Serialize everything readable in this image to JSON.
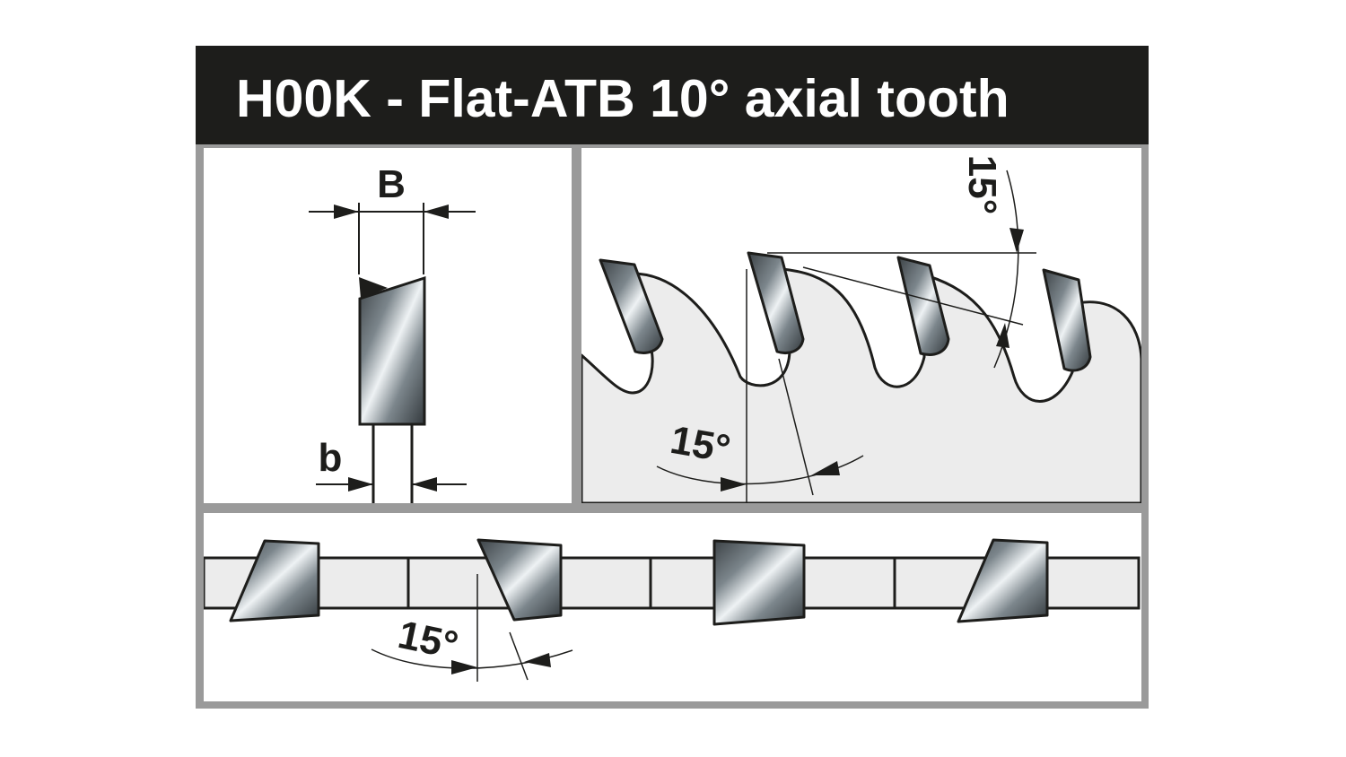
{
  "title": "H00K - Flat-ATB 10° axial tooth",
  "labels": {
    "body_width": "B",
    "plate_width": "b",
    "hook_angle": "15°",
    "top_bevel_angle": "15°",
    "side_angle": "15°"
  },
  "colors": {
    "title_background": "#1d1d1b",
    "title_text": "#ffffff",
    "frame_border": "#9a9a9a",
    "blade_fill": "#ececec",
    "line": "#1d1d1b"
  }
}
